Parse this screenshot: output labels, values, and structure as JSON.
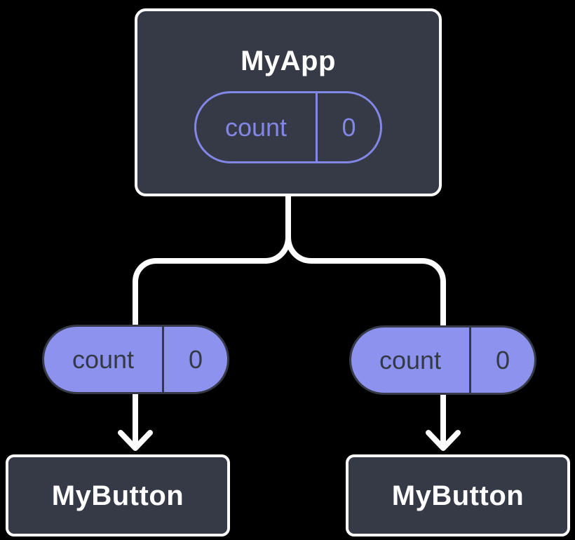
{
  "diagram": {
    "root": {
      "title": "MyApp",
      "state": {
        "name": "count",
        "value": "0"
      }
    },
    "props": [
      {
        "name": "count",
        "value": "0"
      },
      {
        "name": "count",
        "value": "0"
      }
    ],
    "children": [
      {
        "title": "MyButton"
      },
      {
        "title": "MyButton"
      }
    ],
    "colors": {
      "background": "#000000",
      "node_bg": "#353a46",
      "node_border": "#ffffff",
      "pill_outline": "#8287e6",
      "pill_fill": "#8c92ee",
      "pill_dark_text": "#333a46",
      "connector": "#ffffff"
    }
  }
}
